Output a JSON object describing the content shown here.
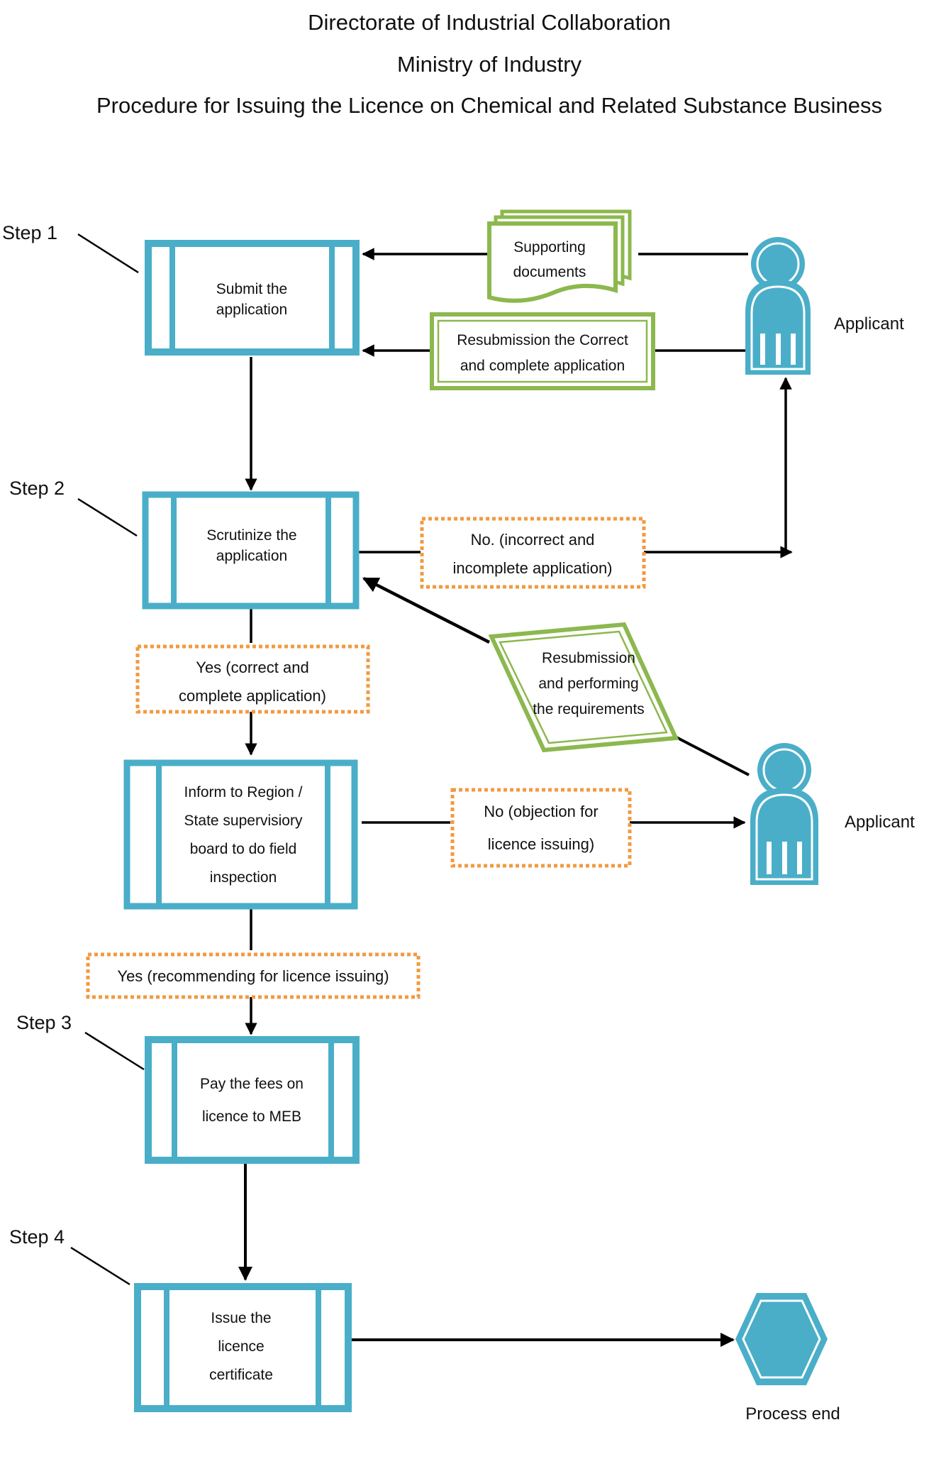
{
  "title": {
    "line1": "Directorate of Industrial Collaboration",
    "line2": "Ministry of Industry",
    "line3": "Procedure for Issuing the Licence on Chemical and Related Substance Business"
  },
  "steps": {
    "step1": "Step 1",
    "step2": "Step 2",
    "step3": "Step 3",
    "step4": "Step 4"
  },
  "process": {
    "submit": [
      "Submit the",
      "application"
    ],
    "scrutinize": [
      "Scrutinize the",
      "application"
    ],
    "inform": [
      "Inform to Region /",
      "State  supervisiory",
      "board  to do field",
      "inspection"
    ],
    "pay": [
      "Pay the fees on",
      "licence to MEB"
    ],
    "issue": [
      "Issue  the",
      "licence",
      "certificate"
    ]
  },
  "documents": {
    "supporting": [
      "Supporting",
      "documents"
    ],
    "resubmission_correct": [
      "Resubmission the  Correct",
      "and complete application"
    ],
    "resubmission_requirements": [
      "Resubmission",
      "and performing",
      "the requirements"
    ]
  },
  "decisions": {
    "no_incorrect": [
      "No. (incorrect and",
      "incomplete application)"
    ],
    "yes_correct": [
      "Yes (correct and",
      "complete application)"
    ],
    "no_objection": [
      "No (objection for",
      "licence issuing)"
    ],
    "yes_recommend": [
      "Yes (recommending for licence issuing)"
    ]
  },
  "actors": {
    "applicant_top": "Applicant",
    "applicant_bottom": "Applicant"
  },
  "end": {
    "label": "Process end"
  },
  "colors": {
    "process_border": "#4aaec8",
    "document_border": "#8cb84e",
    "decision_border": "#f29a40",
    "actor_fill": "#4aaec8",
    "arrow": "#000000"
  }
}
